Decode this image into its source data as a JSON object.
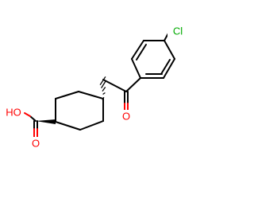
{
  "molecule": {
    "atoms": {
      "chlorine": {
        "label": "Cl",
        "color": "#00aa00"
      },
      "hydroxyl": {
        "label": "HO",
        "color": "#ff0000"
      },
      "carboxyl_oxygen": {
        "label": "O",
        "color": "#ff0000"
      },
      "ketone_oxygen": {
        "label": "O",
        "color": "#ff0000"
      }
    },
    "bond_color": "#000000"
  }
}
